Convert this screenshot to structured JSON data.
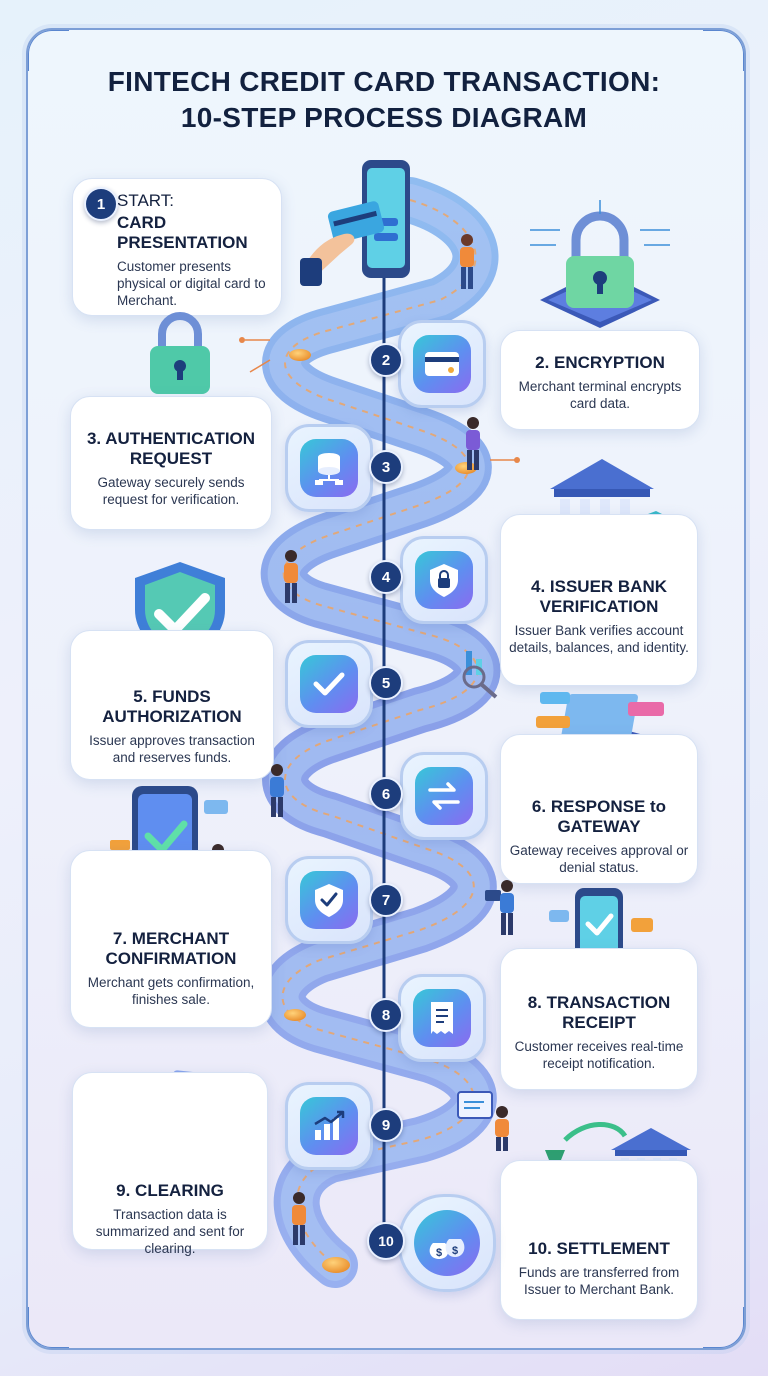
{
  "title": {
    "line1": "FINTECH CREDIT CARD TRANSACTION:",
    "line2": "10-STEP PROCESS DIAGRAM"
  },
  "steps": [
    {
      "number": "1",
      "pre": "START:",
      "title": "CARD PRESENTATION",
      "desc": "Customer presents physical or digital card to Merchant.",
      "icon": "card-payment-icon"
    },
    {
      "number": "2",
      "title": "2. ENCRYPTION",
      "desc": "Merchant terminal encrypts card data.",
      "icon": "credit-card-icon"
    },
    {
      "number": "3",
      "title": "3. AUTHENTICATION REQUEST",
      "desc": "Gateway securely sends request for verification.",
      "icon": "database-network-icon"
    },
    {
      "number": "4",
      "title": "4. ISSUER BANK VERIFICATION",
      "desc": "Issuer Bank verifies account details, balances, and identity.",
      "icon": "shield-lock-icon"
    },
    {
      "number": "5",
      "title": "5. FUNDS AUTHORIZATION",
      "desc": "Issuer approves transaction and reserves funds.",
      "icon": "checkmark-icon"
    },
    {
      "number": "6",
      "title": "6. RESPONSE to GATEWAY",
      "desc": "Gateway receives approval or denial status.",
      "icon": "exchange-arrows-icon"
    },
    {
      "number": "7",
      "title": "7. MERCHANT CONFIRMATION",
      "desc": "Merchant gets confirmation, finishes sale.",
      "icon": "shield-check-icon"
    },
    {
      "number": "8",
      "title": "8. TRANSACTION RECEIPT",
      "desc": "Customer receives real-time receipt notification.",
      "icon": "receipt-icon"
    },
    {
      "number": "9",
      "title": "9. CLEARING",
      "desc": "Transaction data is summarized and sent for clearing.",
      "icon": "growth-chart-icon"
    },
    {
      "number": "10",
      "title": "10. SETTLEMENT",
      "desc": "Funds are transferred from Issuer to Merchant Bank.",
      "icon": "money-bags-icon"
    }
  ],
  "colors": {
    "navy": "#1d3d7c",
    "accent_teal": "#37c7d8",
    "accent_violet": "#8a6bf0",
    "path_blue": "#6f95e6",
    "coin_orange": "#f2a93b"
  }
}
